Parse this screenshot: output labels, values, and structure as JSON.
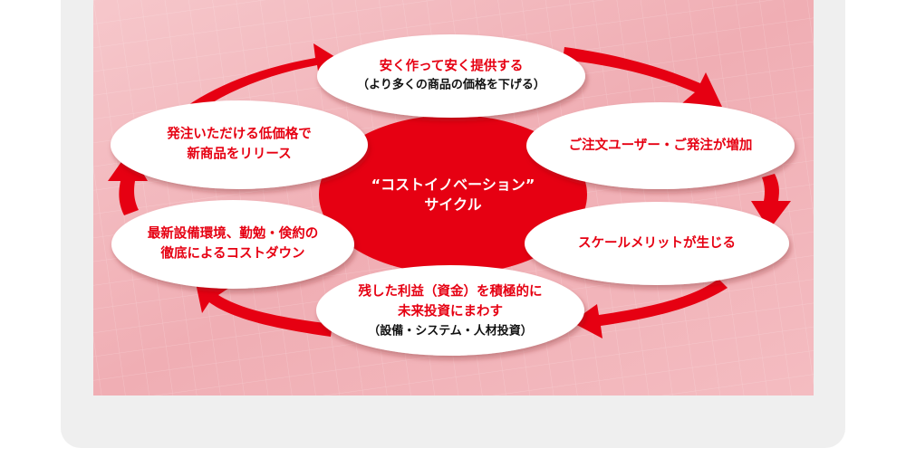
{
  "colors": {
    "accent": "#e60012",
    "background": "#f2b5ba",
    "node_fill": "#ffffff",
    "card": "#efefef"
  },
  "cycle": {
    "center": {
      "lines": [
        "“コストイノベーション”",
        "サイクル"
      ]
    },
    "nodes": [
      {
        "lines": [
          "安く作って安く提供する"
        ],
        "sub": "（より多くの商品の価格を下げる）"
      },
      {
        "lines": [
          "ご注文ユーザー・ご発注が増加"
        ],
        "sub": ""
      },
      {
        "lines": [
          "スケールメリットが生じる"
        ],
        "sub": ""
      },
      {
        "lines": [
          "残した利益（資金）を積極的に",
          "未来投資にまわす"
        ],
        "sub": "（設備・システム・人材投資）"
      },
      {
        "lines": [
          "最新設備環境、勤勉・倹約の",
          "徹底によるコストダウン"
        ],
        "sub": ""
      },
      {
        "lines": [
          "発注いただける低価格で",
          "新商品をリリース"
        ],
        "sub": ""
      }
    ],
    "flow": "clockwise"
  }
}
